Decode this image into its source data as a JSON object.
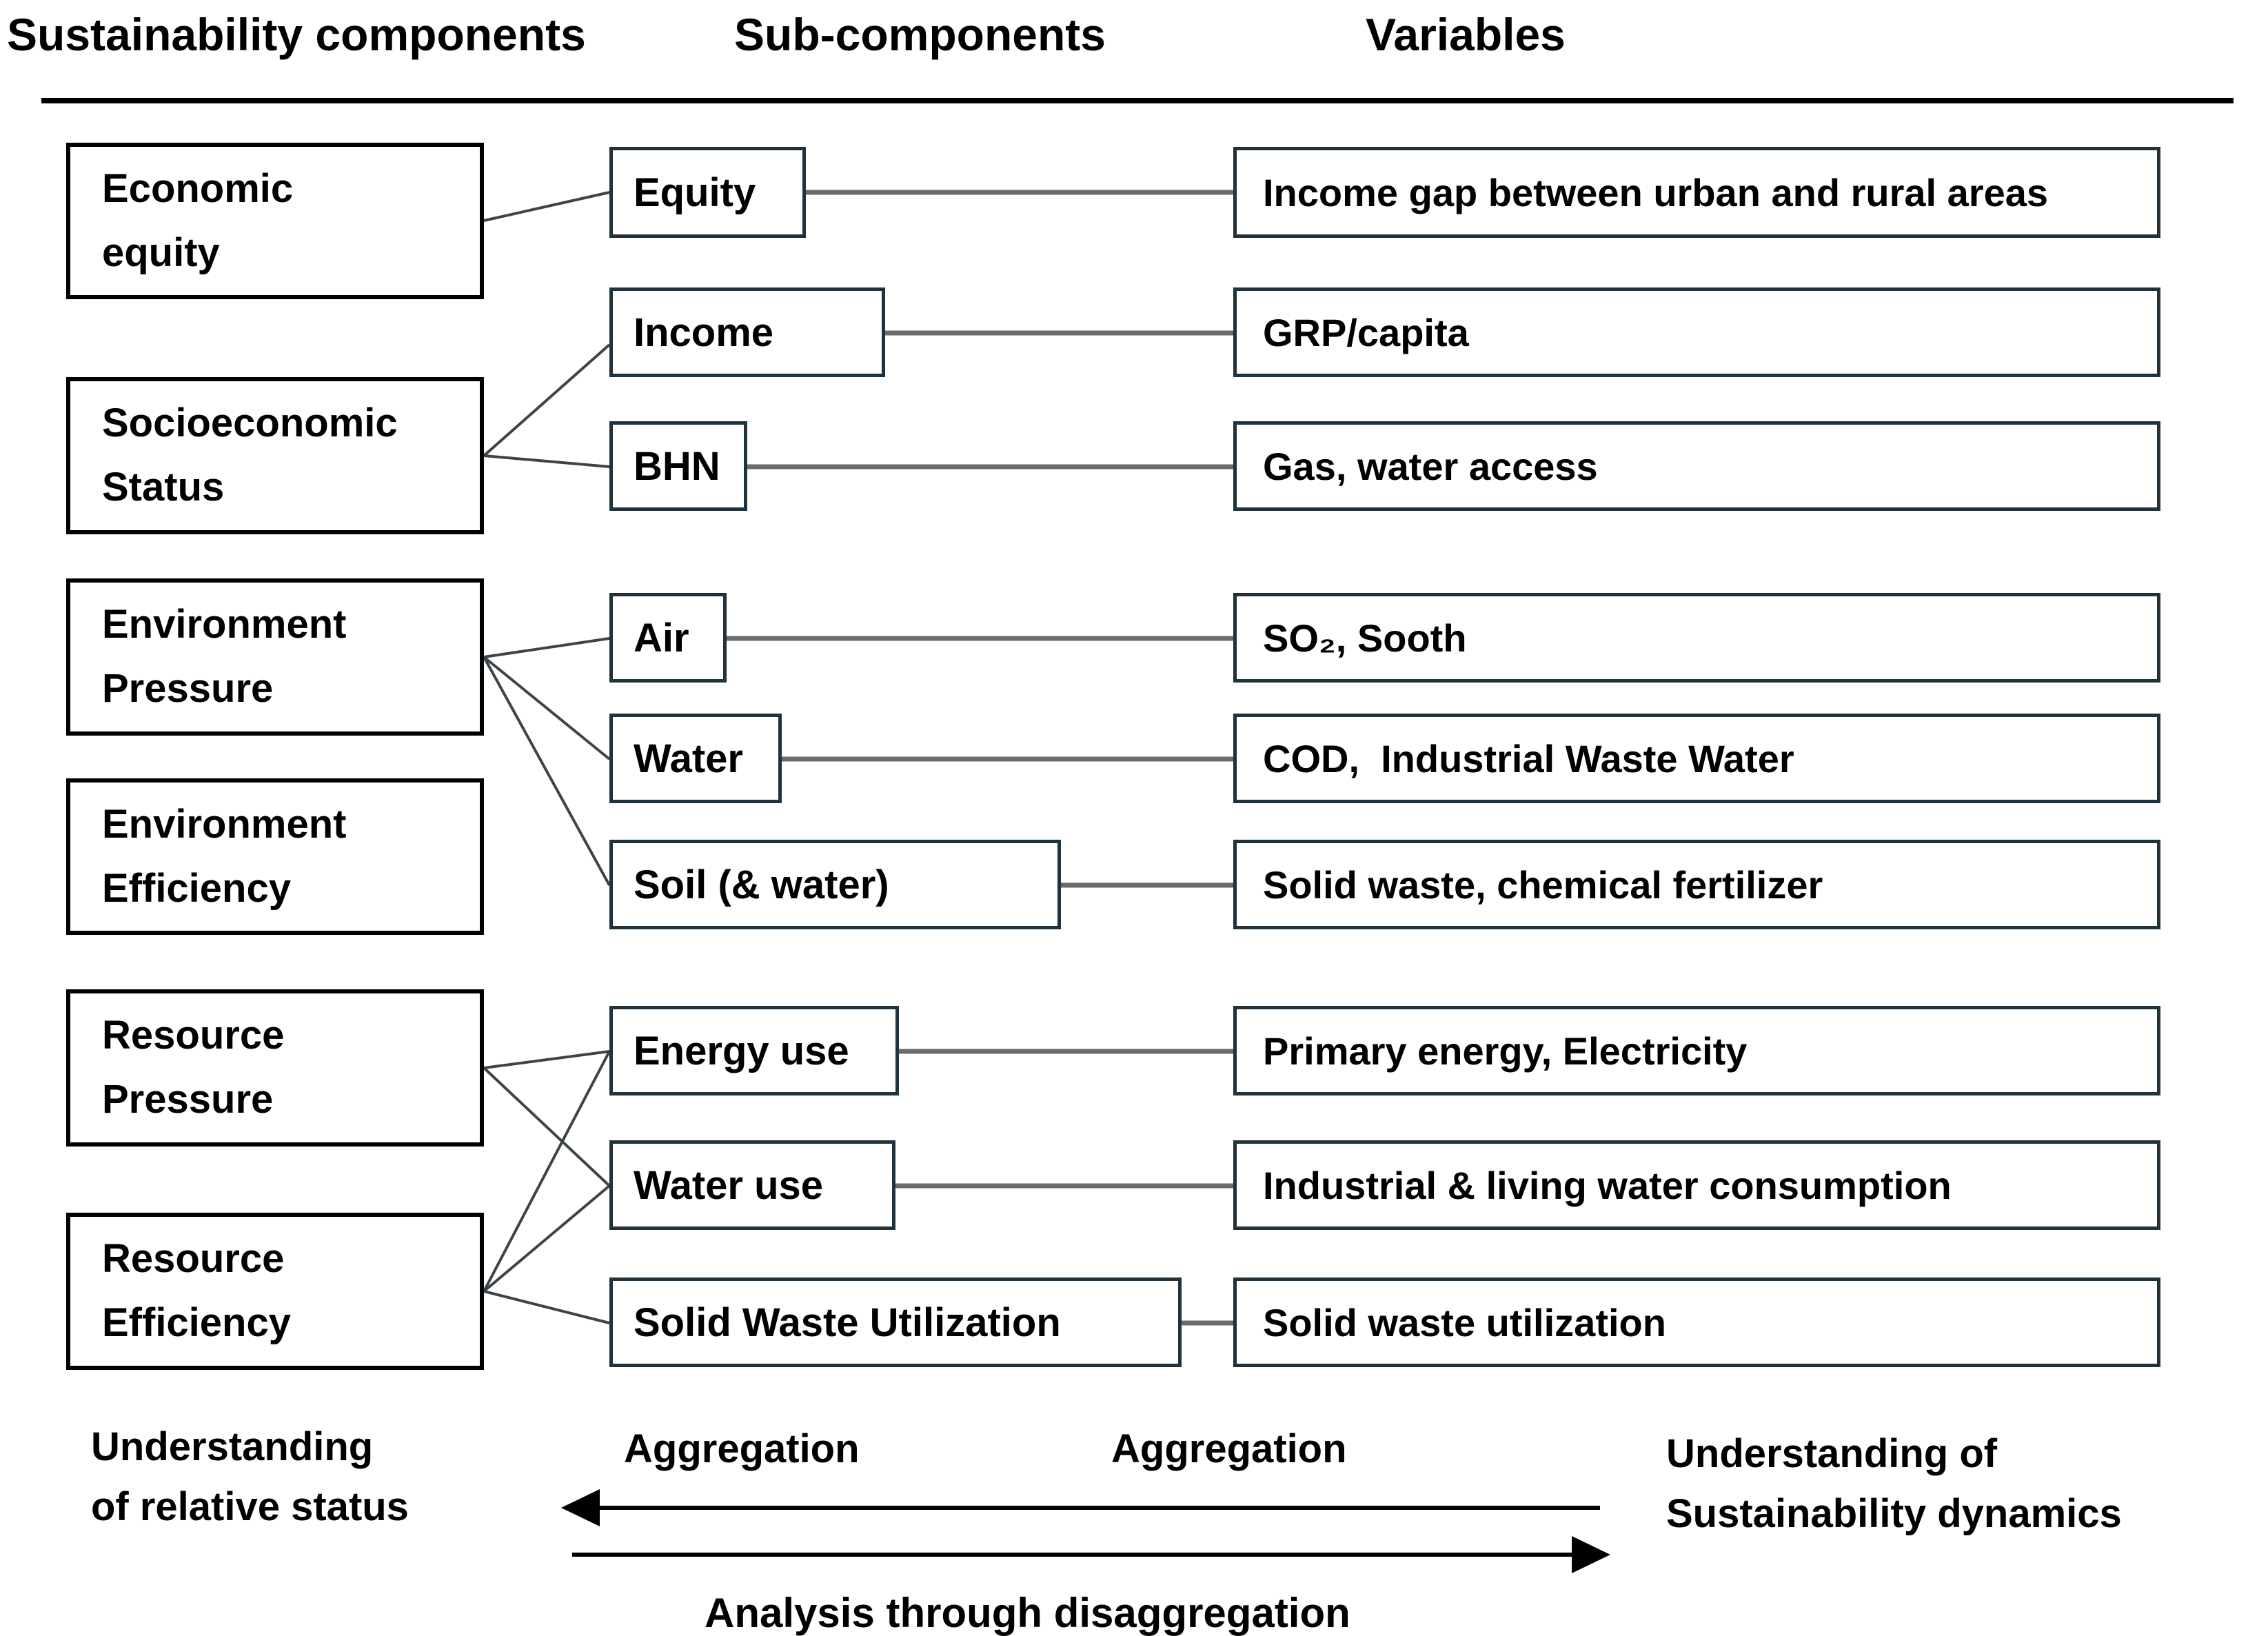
{
  "headers": {
    "components": "Sustainability components",
    "subcomponents": "Sub-components",
    "variables": "Variables"
  },
  "components": [
    {
      "label": "Economic\nequity"
    },
    {
      "label": "Socioeconomic\nStatus"
    },
    {
      "label": "Environment\nPressure"
    },
    {
      "label": "Environment\nEfficiency"
    },
    {
      "label": "Resource\nPressure"
    },
    {
      "label": "Resource\nEfficiency"
    }
  ],
  "subcomponents": [
    {
      "label": "Equity"
    },
    {
      "label": "Income"
    },
    {
      "label": "BHN"
    },
    {
      "label": "Air"
    },
    {
      "label": "Water"
    },
    {
      "label": "Soil (& water)"
    },
    {
      "label": "Energy use"
    },
    {
      "label": "Water use"
    },
    {
      "label": "Solid Waste Utilization"
    }
  ],
  "variables": [
    {
      "label": "Income gap between urban and rural areas"
    },
    {
      "label": "GRP/capita"
    },
    {
      "label": "Gas, water access"
    },
    {
      "label": "SO₂, Sooth"
    },
    {
      "label": "COD,  Industrial Waste Water"
    },
    {
      "label": "Solid waste, chemical fertilizer"
    },
    {
      "label": "Primary energy, Electricity"
    },
    {
      "label": "Industrial & living water consumption"
    },
    {
      "label": "Solid waste utilization"
    }
  ],
  "footer": {
    "left_label": "Understanding\nof relative status",
    "aggregation_left": "Aggregation",
    "aggregation_right": "Aggregation",
    "right_label": "Understanding of\nSustainability dynamics",
    "bottom_label": "Analysis through disaggregation"
  },
  "colors": {
    "text": "#000000",
    "component_border": "#000000",
    "box_border": "#20333c",
    "connector_gray": "#6b6b6b",
    "connector_dark": "#3d4448",
    "arrow": "#000000"
  }
}
